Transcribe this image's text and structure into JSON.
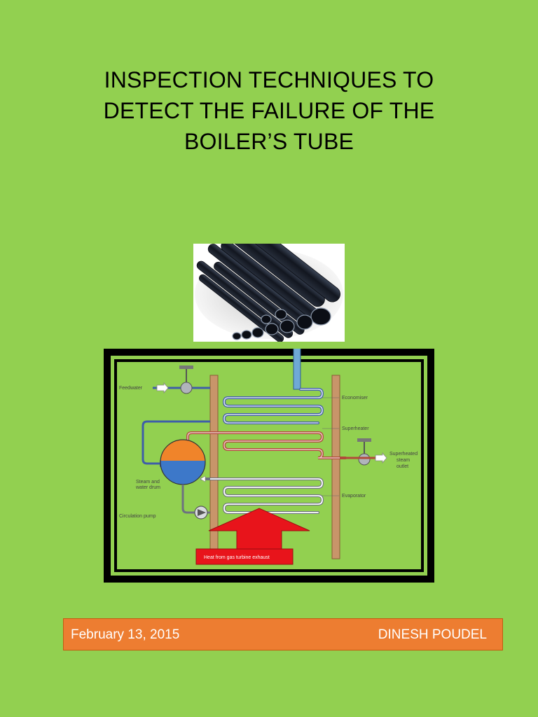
{
  "title": {
    "line1": "INSPECTION TECHNIQUES TO",
    "line2": "DETECT THE FAILURE OF THE",
    "line3": "BOILER’S TUBE"
  },
  "diagram": {
    "feedwater": "Feedwater",
    "economiser": "Economiser",
    "superheater": "Superheater",
    "superheated_line1": "Superheated",
    "superheated_line2": "steam",
    "superheated_line3": "outlet",
    "drum_line1": "Steam and",
    "drum_line2": "water drum",
    "evaporator": "Evaporator",
    "pump": "Circulation pump",
    "heat": "Heat from gas turbine exhaust"
  },
  "footer": {
    "date": "February 13, 2015",
    "author": "DINESH POUDEL"
  },
  "colors": {
    "page_background": "#92d050",
    "footer_background": "#ed7d31",
    "heat_arrow": "#e8141b",
    "pipe_blue": "#5a7fc7",
    "pipe_red": "#b14a3a",
    "upward_arrow": "#6fa9d6"
  }
}
